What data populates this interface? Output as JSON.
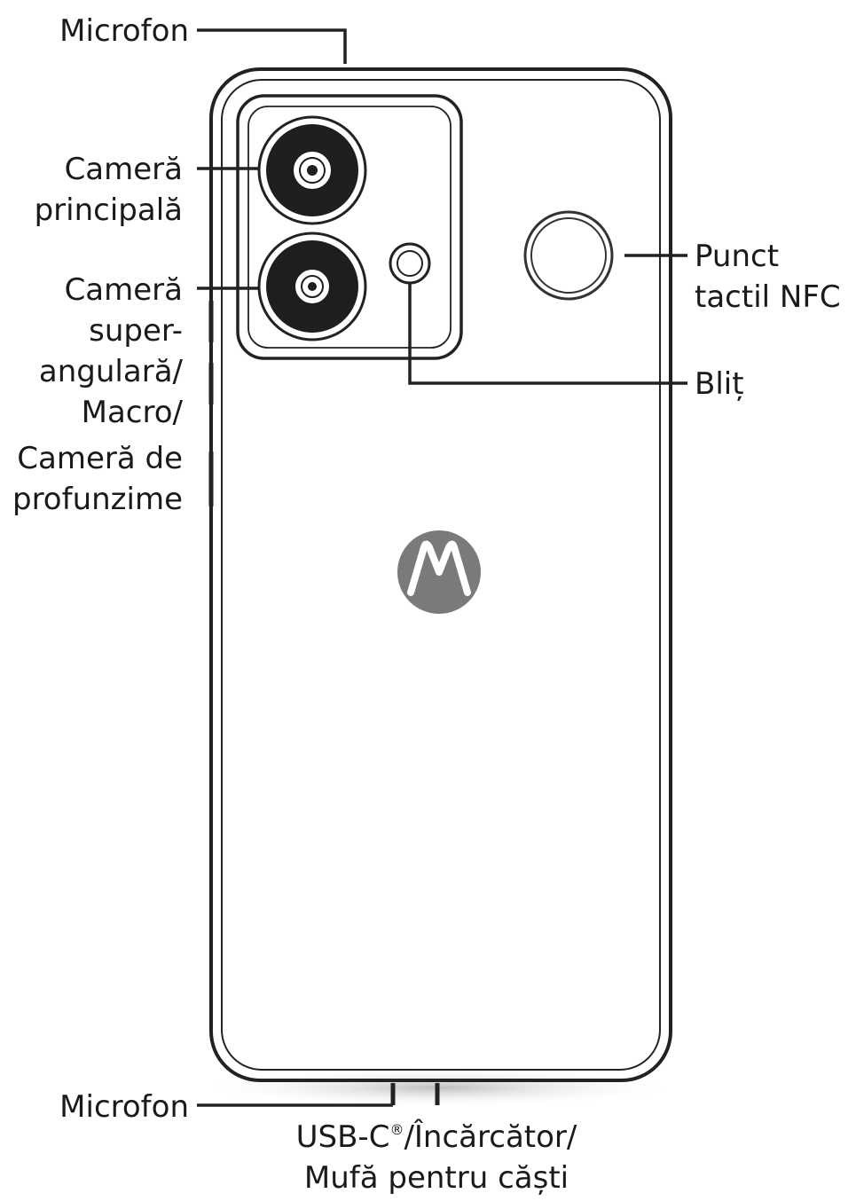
{
  "labels": {
    "microfon_top": "Microfon",
    "camera_principala": [
      "Cameră",
      "principală"
    ],
    "camera_ultrawide": [
      "Cameră",
      "super-",
      "angulară/",
      "Macro/",
      "Cameră de",
      "profunzime"
    ],
    "nfc": [
      "Punct",
      "tactil NFC"
    ],
    "blit": "Bliț",
    "microfon_bottom": "Microfon",
    "usb": [
      "USB-C",
      "®",
      "/Încărcător/",
      "Mufă pentru căști"
    ]
  },
  "icons": {
    "logo": "motorola-logo",
    "main_camera": "camera-lens-icon",
    "ultrawide_camera": "camera-lens-icon",
    "flash": "flash-icon",
    "nfc": "nfc-ring-icon"
  },
  "colors": {
    "outline": "#222222",
    "lens_dark": "#1e1e1e",
    "logo_gray": "#7a7a7a",
    "shadow": "#cfcfcf"
  }
}
